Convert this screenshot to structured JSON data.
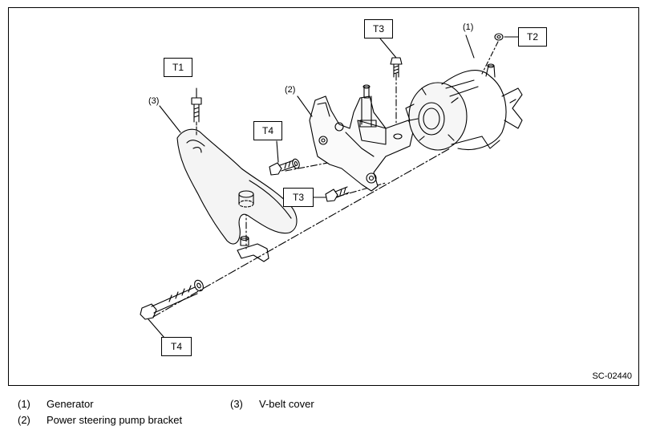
{
  "callouts": {
    "t1": "T1",
    "t2": "T2",
    "t3_top": "T3",
    "t3_mid": "T3",
    "t4_mid": "T4",
    "t4_bottom": "T4"
  },
  "part_numbers": {
    "p1": "(1)",
    "p2": "(2)",
    "p3": "(3)"
  },
  "figure_code": "SC-02440",
  "legend": [
    {
      "num": "(1)",
      "text": "Generator"
    },
    {
      "num": "(2)",
      "text": "Power steering pump bracket"
    },
    {
      "num": "(3)",
      "text": "V-belt cover"
    }
  ]
}
